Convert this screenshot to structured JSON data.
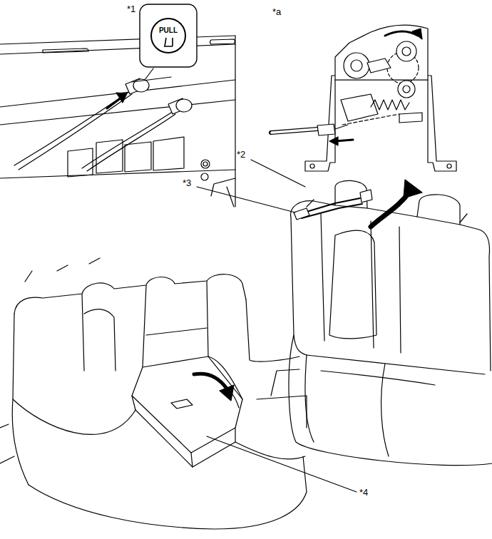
{
  "diagram": {
    "nodes": [
      {
        "text": [
          "PULL"
        ]
      }
    ],
    "edges": [],
    "labels": [
      "*1",
      "*a",
      "*2",
      "*3",
      "*4"
    ]
  }
}
